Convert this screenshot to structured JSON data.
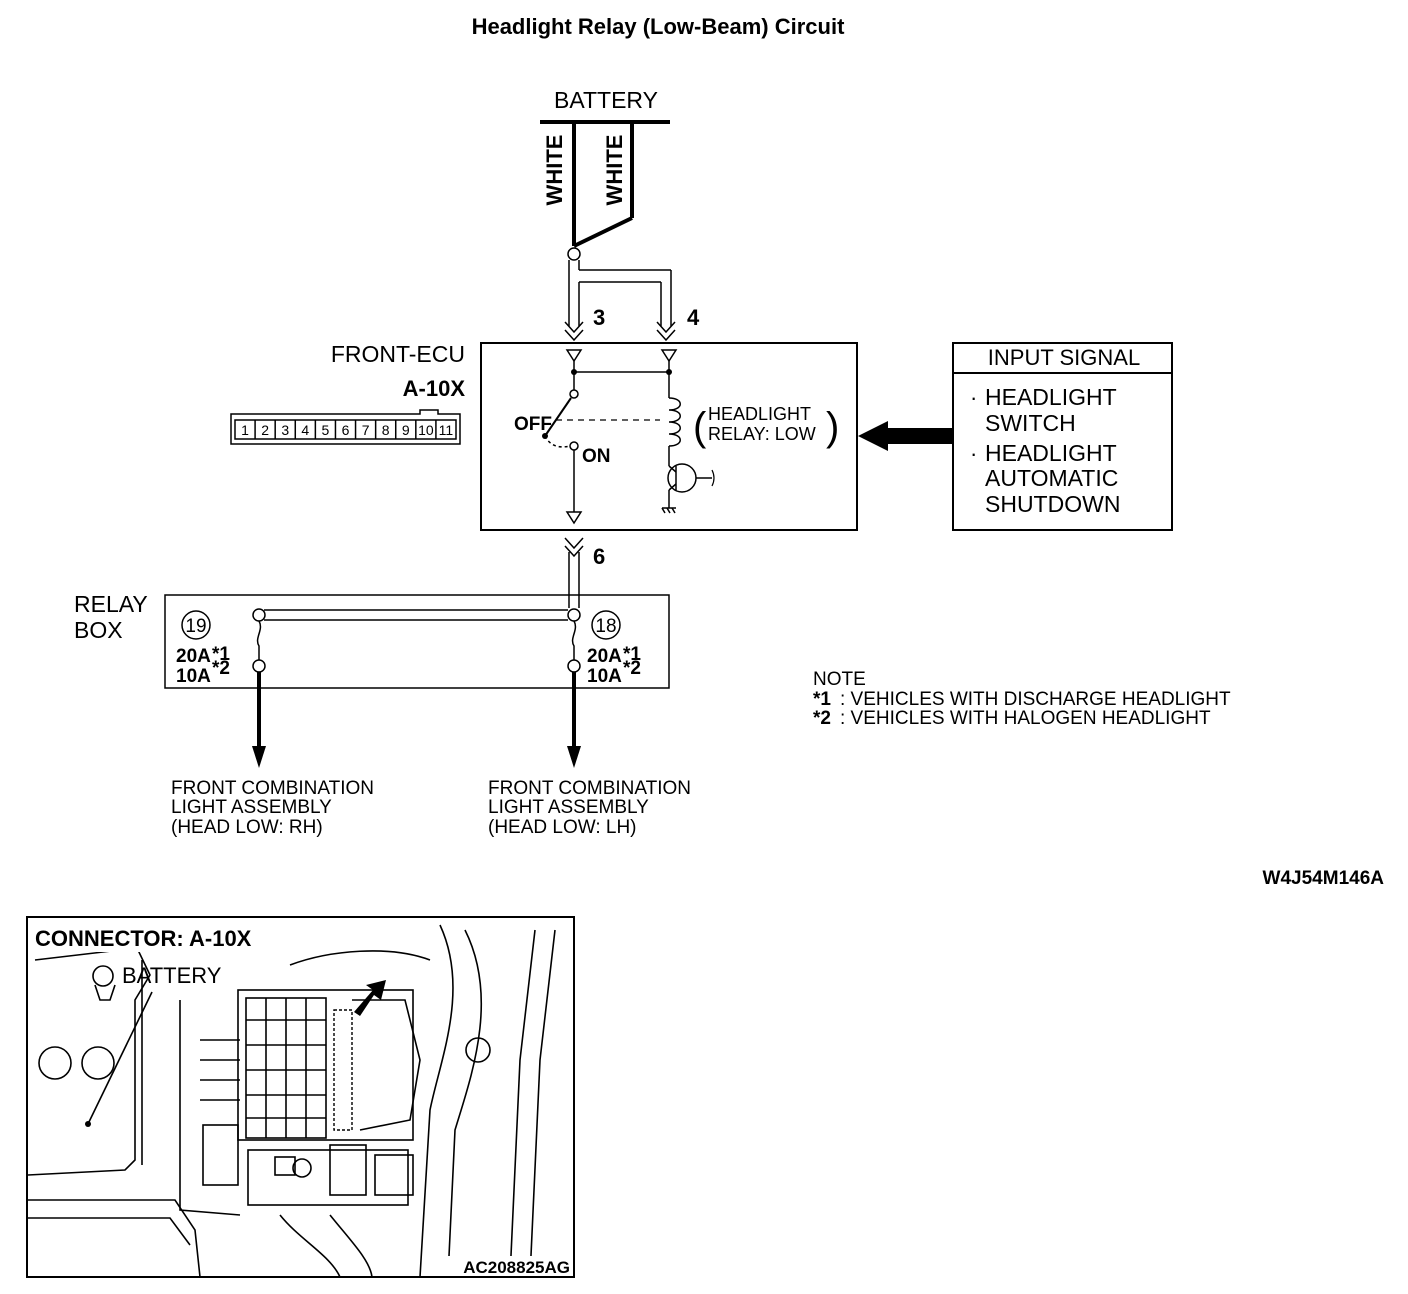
{
  "title": "Headlight Relay (Low-Beam) Circuit",
  "battery": {
    "label": "BATTERY",
    "wire1": "WHITE",
    "wire2": "WHITE"
  },
  "terminals": {
    "t3": "3",
    "t4": "4",
    "t6": "6"
  },
  "ecu": {
    "name": "FRONT-ECU",
    "connector": "A-10X",
    "pins": [
      "1",
      "2",
      "3",
      "4",
      "5",
      "6",
      "7",
      "8",
      "9",
      "10",
      "11"
    ],
    "switch_off": "OFF",
    "switch_on": "ON",
    "relay_line1": "HEADLIGHT",
    "relay_line2": "RELAY: LOW",
    "paren_open": "(",
    "paren_close": ")"
  },
  "input_signal": {
    "title": "INPUT SIGNAL",
    "bullet": "·",
    "item1_line1": "HEADLIGHT",
    "item1_line2": "SWITCH",
    "item2_line1": "HEADLIGHT",
    "item2_line2": "AUTOMATIC",
    "item2_line3": "SHUTDOWN"
  },
  "relay_box": {
    "line1": "RELAY",
    "line2": "BOX",
    "fuse_left": {
      "number": "19",
      "rating1": "20A",
      "mark1": "*1",
      "rating2": "10A",
      "mark2": "*2"
    },
    "fuse_right": {
      "number": "18",
      "rating1": "20A",
      "mark1": "*1",
      "rating2": "10A",
      "mark2": "*2"
    }
  },
  "outputs": {
    "left": {
      "line1": "FRONT COMBINATION",
      "line2": "LIGHT ASSEMBLY",
      "line3": "(HEAD LOW: RH)"
    },
    "right": {
      "line1": "FRONT COMBINATION",
      "line2": "LIGHT ASSEMBLY",
      "line3": "(HEAD LOW: LH)"
    }
  },
  "note": {
    "title": "NOTE",
    "mark1": "*1",
    "text1": ": VEHICLES WITH DISCHARGE HEADLIGHT",
    "mark2": "*2",
    "text2": ": VEHICLES WITH HALOGEN HEADLIGHT"
  },
  "figure_code": "W4J54M146A",
  "connector_photo": {
    "title": "CONNECTOR: A-10X",
    "battery_label": "BATTERY",
    "code": "AC208825AG"
  }
}
